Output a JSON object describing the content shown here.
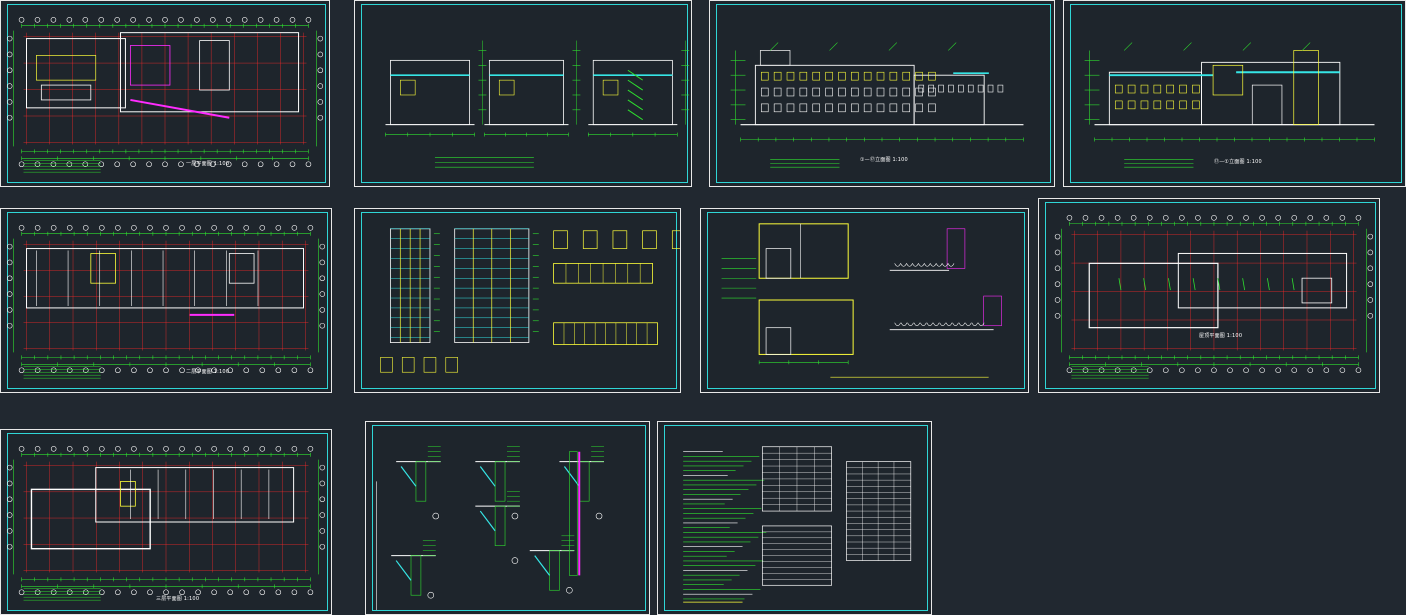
{
  "viewer": {
    "background": "#212830",
    "sheet_border": "#e8e8e8",
    "frame_color": "#2fd6d6"
  },
  "colors": {
    "green": "#2fe02f",
    "yellow": "#ffff3a",
    "magenta": "#ff2cff",
    "red": "#ff2a2a",
    "cyan": "#36e6e6",
    "white": "#ffffff"
  },
  "sheets": [
    {
      "id": "s1",
      "kind": "plan",
      "caption": "一层平面图 1:100"
    },
    {
      "id": "s2",
      "kind": "sections",
      "caption": ""
    },
    {
      "id": "s3",
      "kind": "elevation",
      "caption": "①—⑰立面图 1:100"
    },
    {
      "id": "s4",
      "kind": "elevation",
      "caption": "⑰—①立面图 1:100"
    },
    {
      "id": "s5",
      "kind": "plan",
      "caption": "二层平面图 1:100"
    },
    {
      "id": "s6",
      "kind": "windows",
      "caption": ""
    },
    {
      "id": "s7",
      "kind": "details",
      "caption": ""
    },
    {
      "id": "s8",
      "kind": "plan",
      "caption": "屋顶平面图 1:100"
    },
    {
      "id": "s9",
      "kind": "plan",
      "caption": "三层平面图 1:100"
    },
    {
      "id": "s10",
      "kind": "nodes",
      "caption": ""
    },
    {
      "id": "s11",
      "kind": "notes",
      "caption": ""
    }
  ]
}
